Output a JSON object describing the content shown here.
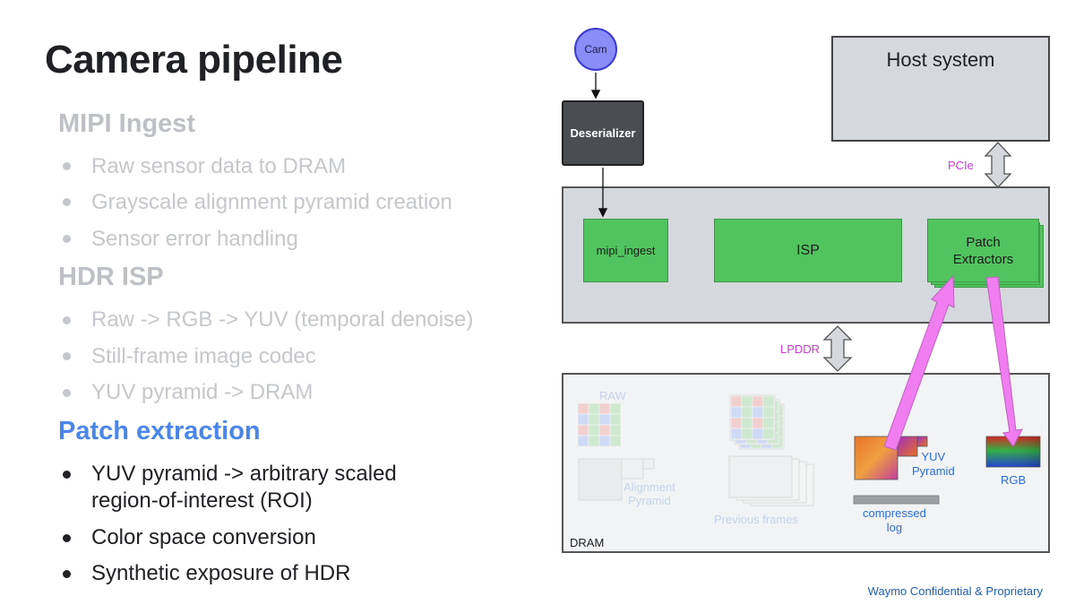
{
  "title": "Camera pipeline",
  "sections": [
    {
      "heading": "MIPI Ingest",
      "bullets": [
        "Raw sensor data to DRAM",
        "Grayscale alignment pyramid creation",
        "Sensor error handling"
      ]
    },
    {
      "heading": "HDR ISP",
      "bullets": [
        "Raw -> RGB -> YUV (temporal denoise)",
        "Still-frame image codec",
        "YUV pyramid -> DRAM"
      ]
    },
    {
      "heading": "Patch extraction",
      "bullets": [
        "YUV pyramid -> arbitrary scaled region-of-interest (ROI)",
        "Color space conversion",
        "Synthetic exposure of HDR"
      ]
    }
  ],
  "diagram": {
    "cam": "Cam",
    "deserializer": "Deserializer",
    "host": "Host system",
    "pcie": "PCIe",
    "mipi_ingest": "mipi_ingest",
    "isp": "ISP",
    "patch_extractors": "Patch\nExtractors",
    "lpddr": "LPDDR",
    "raw": "RAW",
    "alignment_pyramid": "Alignment\nPyramid",
    "previous_frames": "Previous frames",
    "yuv_pyramid": "YUV\nPyramid",
    "rgb": "RGB",
    "compressed_log": "compressed\nlog",
    "dram": "DRAM"
  },
  "footer": "Waymo Confidential & Proprietary",
  "colors": {
    "green": "#52c45f",
    "arrow_pink": "#f07ef0",
    "label_magenta": "#c93ad1",
    "blue_label": "#2a6fd6",
    "section_active": "#4a86e8"
  }
}
